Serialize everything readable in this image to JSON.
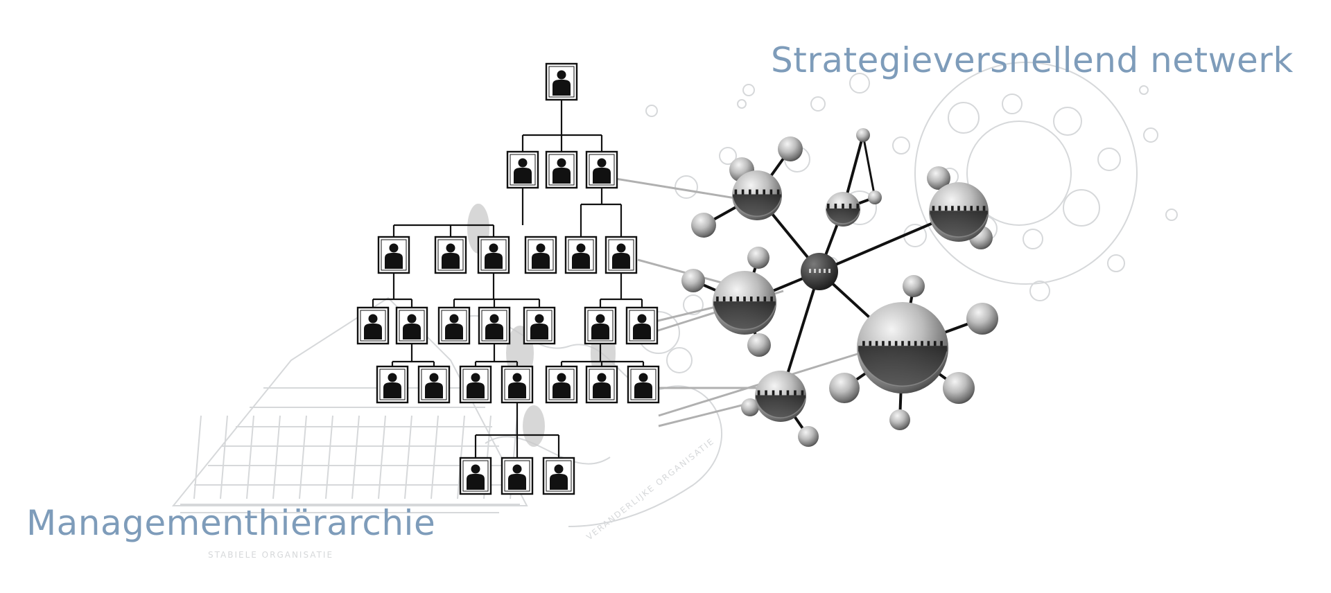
{
  "titles": {
    "network": "Strategieversnellend netwerk",
    "hierarchy": "Managementhiërarchie"
  },
  "sketch_labels": {
    "pyramid_caption": "STABIELE ORGANISATIE",
    "curve_caption": "VERANDERLIJKE ORGANISATIE"
  },
  "colors": {
    "title_text": "#7e9cba",
    "box_border": "#111111",
    "person_fill": "#111111",
    "connector": "#111111",
    "sketch": "#d6d8da",
    "sphere_shadow": "#3a3a3a",
    "sphere_light": "#eeeeee"
  },
  "icons": {
    "person": "person-silhouette-icon"
  }
}
